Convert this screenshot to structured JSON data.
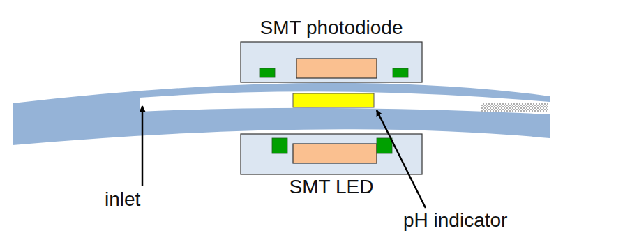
{
  "diagram": {
    "nodes": [
      {
        "text": [
          "SMT photodiode"
        ]
      },
      {
        "text": [
          "SMT LED"
        ]
      }
    ],
    "labels": [
      "inlet",
      "pH indicator"
    ]
  }
}
